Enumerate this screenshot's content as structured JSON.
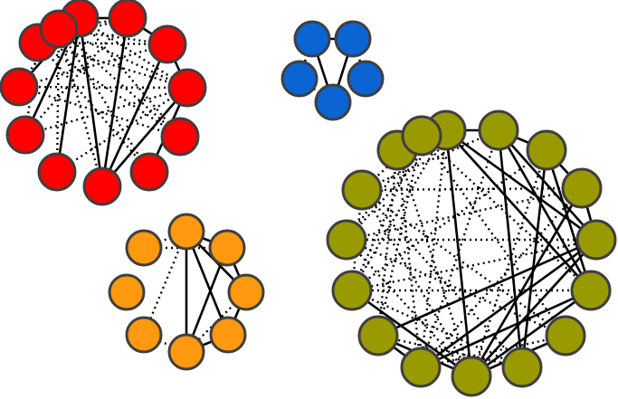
{
  "colors": {
    "red": "#ff0000",
    "blue": "#0a64d2",
    "orange": "#ff9910",
    "olive": "#999900",
    "node_outline": "#3f3f3f",
    "edge": "#000000",
    "background": "#ffffff"
  },
  "clusters": [
    {
      "id": "red",
      "color_key": "red",
      "node_count": 12,
      "solid_edges": [
        [
          0,
          1
        ],
        [
          1,
          2
        ],
        [
          2,
          3
        ],
        [
          0,
          9
        ],
        [
          0,
          8
        ],
        [
          0,
          7
        ],
        [
          0,
          6
        ],
        [
          1,
          6
        ],
        [
          2,
          6
        ],
        [
          3,
          6
        ],
        [
          3,
          5
        ]
      ],
      "dotted_edges": [
        [
          0,
          10
        ],
        [
          0,
          11
        ],
        [
          0,
          3
        ],
        [
          0,
          4
        ],
        [
          1,
          8
        ],
        [
          1,
          10
        ],
        [
          1,
          11
        ],
        [
          2,
          9
        ],
        [
          2,
          10
        ],
        [
          2,
          11
        ],
        [
          3,
          7
        ],
        [
          3,
          8
        ],
        [
          3,
          9
        ],
        [
          3,
          10
        ],
        [
          3,
          11
        ],
        [
          4,
          9
        ],
        [
          4,
          10
        ],
        [
          4,
          11
        ],
        [
          5,
          10
        ],
        [
          5,
          11
        ],
        [
          6,
          11
        ],
        [
          7,
          11
        ],
        [
          8,
          10
        ],
        [
          9,
          11
        ]
      ]
    },
    {
      "id": "blue",
      "color_key": "blue",
      "node_count": 5,
      "solid_edges": [
        [
          0,
          1
        ],
        [
          1,
          3
        ],
        [
          0,
          3
        ]
      ],
      "dotted_edges": [
        [
          0,
          4
        ],
        [
          1,
          2
        ],
        [
          3,
          4
        ]
      ]
    },
    {
      "id": "orange",
      "color_key": "orange",
      "node_count": 8,
      "solid_edges": [
        [
          0,
          1
        ],
        [
          1,
          2
        ],
        [
          1,
          4
        ],
        [
          2,
          3
        ],
        [
          3,
          4
        ],
        [
          0,
          4
        ],
        [
          0,
          3
        ],
        [
          0,
          2
        ]
      ],
      "dotted_edges": [
        [
          0,
          5
        ],
        [
          0,
          7
        ],
        [
          1,
          7
        ],
        [
          2,
          4
        ],
        [
          4,
          5
        ]
      ]
    },
    {
      "id": "olive",
      "color_key": "olive",
      "node_count": 16,
      "solid_edges": [
        [
          0,
          1
        ],
        [
          1,
          2
        ],
        [
          2,
          3
        ],
        [
          3,
          4
        ],
        [
          0,
          8
        ],
        [
          0,
          5
        ],
        [
          1,
          5
        ],
        [
          1,
          7
        ],
        [
          2,
          5
        ],
        [
          2,
          7
        ],
        [
          3,
          8
        ],
        [
          4,
          8
        ],
        [
          4,
          9
        ],
        [
          4,
          10
        ],
        [
          5,
          8
        ],
        [
          5,
          9
        ],
        [
          6,
          8
        ],
        [
          8,
          11
        ],
        [
          9,
          10
        ],
        [
          0,
          4
        ],
        [
          1,
          4
        ],
        [
          8,
          10
        ]
      ],
      "dotted_edges": [
        [
          0,
          9
        ],
        [
          0,
          11
        ],
        [
          0,
          12
        ],
        [
          1,
          9
        ],
        [
          1,
          13
        ],
        [
          2,
          8
        ],
        [
          2,
          11
        ],
        [
          3,
          9
        ],
        [
          3,
          12
        ],
        [
          3,
          13
        ],
        [
          4,
          11
        ],
        [
          4,
          12
        ],
        [
          5,
          11
        ],
        [
          6,
          9
        ],
        [
          6,
          12
        ],
        [
          6,
          13
        ],
        [
          7,
          10
        ],
        [
          7,
          11
        ],
        [
          7,
          13
        ],
        [
          8,
          12
        ],
        [
          8,
          13
        ],
        [
          8,
          14
        ],
        [
          9,
          14
        ],
        [
          10,
          14
        ],
        [
          10,
          15
        ],
        [
          11,
          13
        ],
        [
          11,
          15
        ],
        [
          12,
          15
        ],
        [
          13,
          15
        ],
        [
          14,
          15
        ],
        [
          5,
          15
        ],
        [
          6,
          15
        ]
      ]
    }
  ]
}
